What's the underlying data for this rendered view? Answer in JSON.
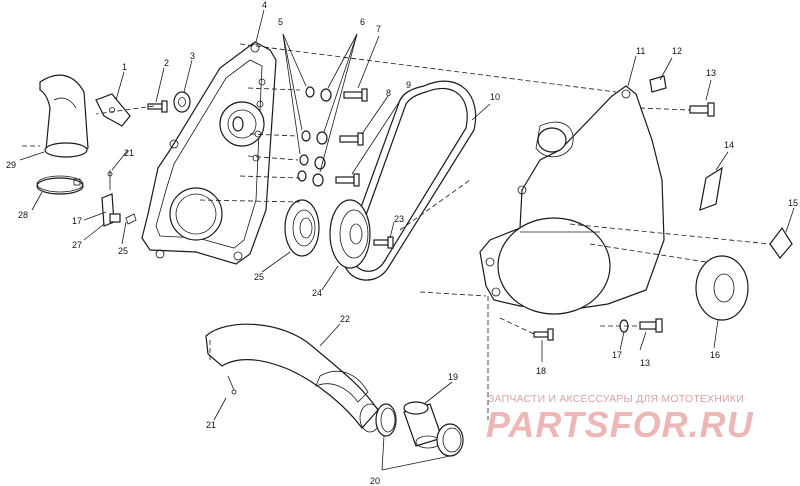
{
  "diagram": {
    "labels": {
      "p1": "1",
      "p2": "2",
      "p3": "3",
      "p4": "4",
      "p5": "5",
      "p6": "6",
      "p7": "7",
      "p8": "8",
      "p9": "9",
      "p10": "10",
      "p11": "11",
      "p12": "12",
      "p13a": "13",
      "p13b": "13",
      "p14": "14",
      "p15": "15",
      "p16": "16",
      "p17a": "17",
      "p17b": "17",
      "p18": "18",
      "p19": "19",
      "p20": "20",
      "p21a": "21",
      "p21b": "21",
      "p22": "22",
      "p23": "23",
      "p24": "24",
      "p25a": "25",
      "p25b": "25",
      "p27": "27",
      "p28": "28",
      "p29": "29"
    }
  },
  "watermark": {
    "tagline": "ЗАПЧАСТИ И АКСЕССУАРЫ ДЛЯ МОТОТЕХНИКИ",
    "logo": "PARTSFOR.RU"
  }
}
